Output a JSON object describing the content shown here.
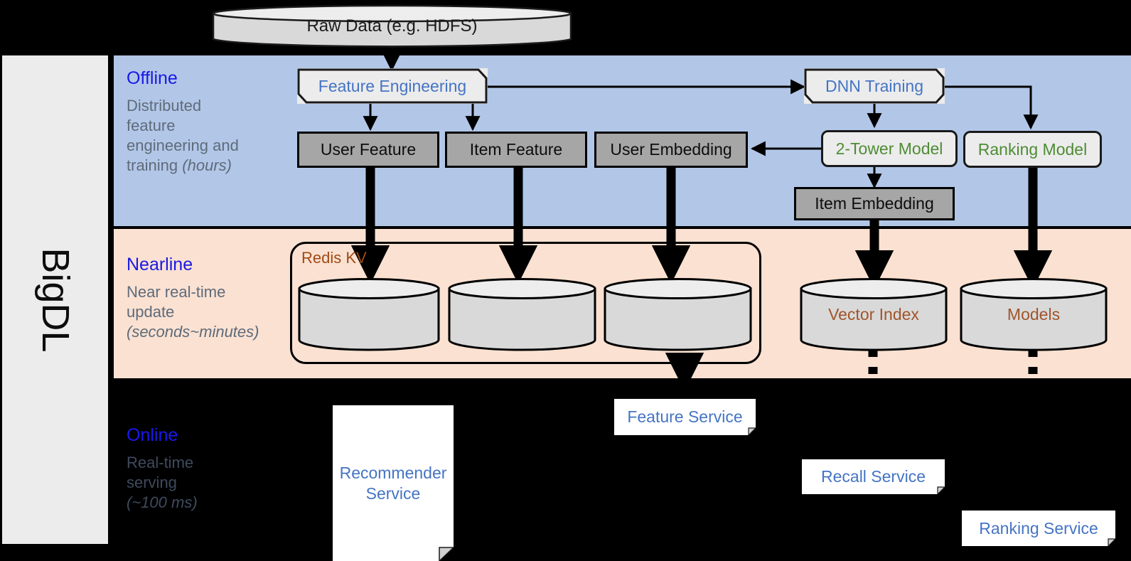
{
  "sidebar": {
    "label": "BigDL"
  },
  "bands": [
    {
      "id": "offline",
      "title": "Offline",
      "desc_line1": "Distributed",
      "desc_line2": "feature",
      "desc_line3": "engineering and",
      "desc_line4": "training ",
      "desc_emph": "(hours)",
      "color": "#b2c7e8"
    },
    {
      "id": "nearline",
      "title": "Nearline",
      "desc_line1": "Near real-time",
      "desc_line2": "update",
      "desc_emph": "(seconds~minutes)",
      "color": "#fae1d2"
    },
    {
      "id": "online",
      "title": "Online",
      "desc_line1": "Real-time",
      "desc_line2": "serving",
      "desc_emph": "(~100 ms)",
      "color": "#000000"
    }
  ],
  "nodes": {
    "raw_data": "Raw Data (e.g. HDFS)",
    "feature_engineering": "Feature Engineering",
    "dnn_training": "DNN Training",
    "user_feature": "User Feature",
    "item_feature": "Item Feature",
    "user_embedding": "User Embedding",
    "two_tower_model": "2-Tower Model",
    "ranking_model": "Ranking Model",
    "item_embedding": "Item Embedding",
    "redis_kv": "Redis KV",
    "vector_index": "Vector Index",
    "models": "Models",
    "feature_service": "Feature Service",
    "recommender_service_l1": "Recommender",
    "recommender_service_l2": "Service",
    "recall_service": "Recall Service",
    "ranking_service": "Ranking Service"
  },
  "colors": {
    "band_offline": "#b2c7e8",
    "band_nearline": "#fae1d2",
    "band_online": "#000000",
    "title_blue": "#1919e6",
    "text_grey": "#5f6b7a",
    "node_blue": "#4574c4",
    "node_green": "#4e8c34",
    "storage_brown": "#a0552a",
    "redis_brown": "#a04a14",
    "box_grey_fill": "#a6a6a6",
    "box_light_fill": "#ececec",
    "sidebar_fill": "#ececec"
  }
}
